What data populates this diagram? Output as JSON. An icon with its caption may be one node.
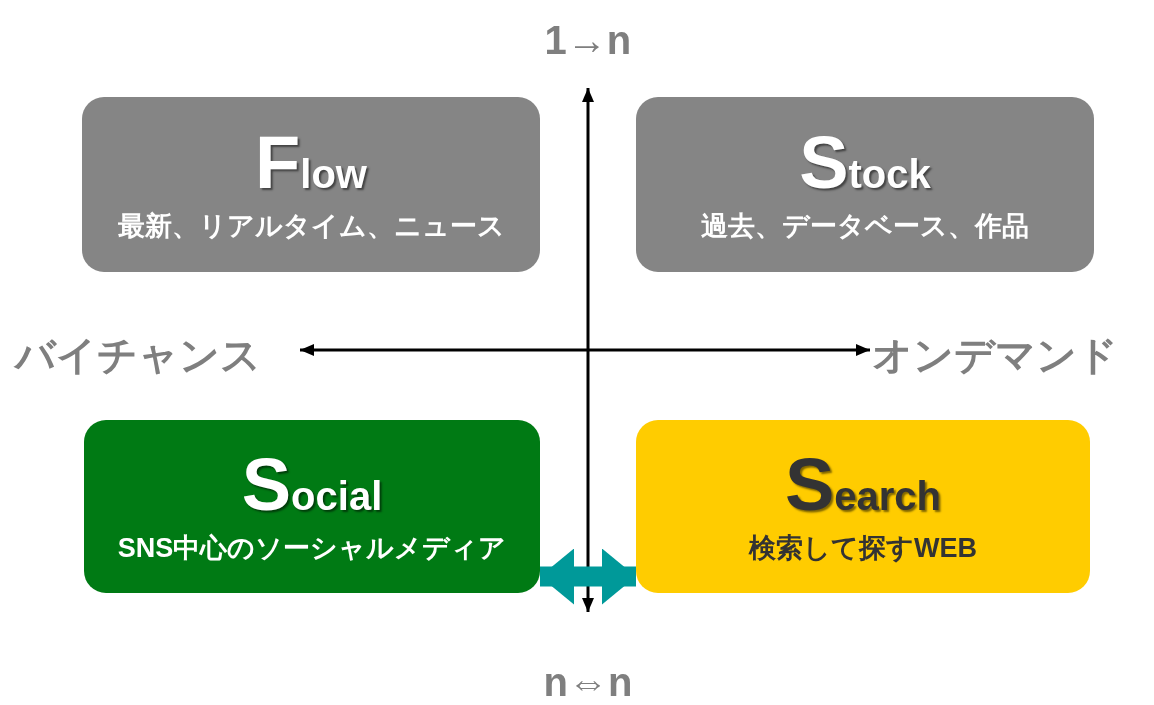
{
  "diagram": {
    "nodes": [
      {
        "text": [
          "Flow",
          "最新、リアルタイム、ニュース"
        ]
      },
      {
        "text": [
          "Stock",
          "過去、データベース、作品"
        ]
      },
      {
        "text": [
          "Social",
          "SNS中心のソーシャルメディア"
        ]
      },
      {
        "text": [
          "Search",
          "検索して探すWEB"
        ]
      }
    ],
    "edges": [
      {
        "from": 2,
        "to": 3,
        "arrow": "both",
        "color": "#009999"
      }
    ],
    "labels": [
      "1→n",
      "バイチャンス",
      "オンデマンド",
      "n⇔n"
    ]
  }
}
